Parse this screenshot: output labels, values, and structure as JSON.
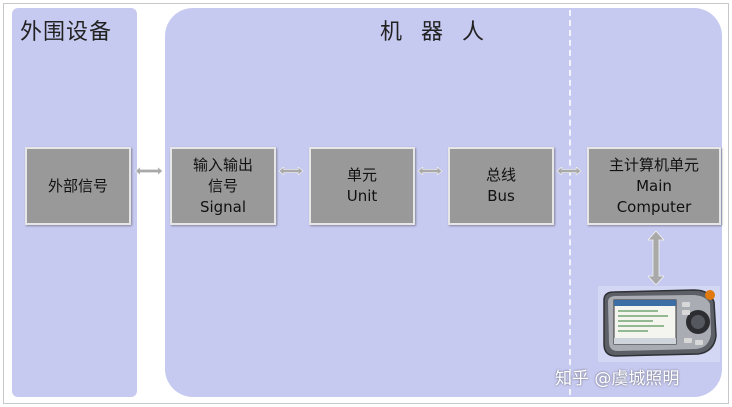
{
  "panels": {
    "peripheral_title": "外围设备",
    "robot_title": "机 器 人"
  },
  "boxes": {
    "external_signal": "外部信号",
    "io_signal_cn_line1": "输入输出",
    "io_signal_cn_line2": "信号",
    "io_signal_en": "Signal",
    "unit_cn": "单元",
    "unit_en": "Unit",
    "bus_cn": "总线",
    "bus_en": "Bus",
    "main_cn": "主计算机单元",
    "main_en_line1": "Main",
    "main_en_line2": "Computer"
  },
  "watermark": "知乎 @虞城照明",
  "colors": {
    "panel": "#c7caf0",
    "box": "#999999",
    "arrow": "#a9a9a9"
  }
}
